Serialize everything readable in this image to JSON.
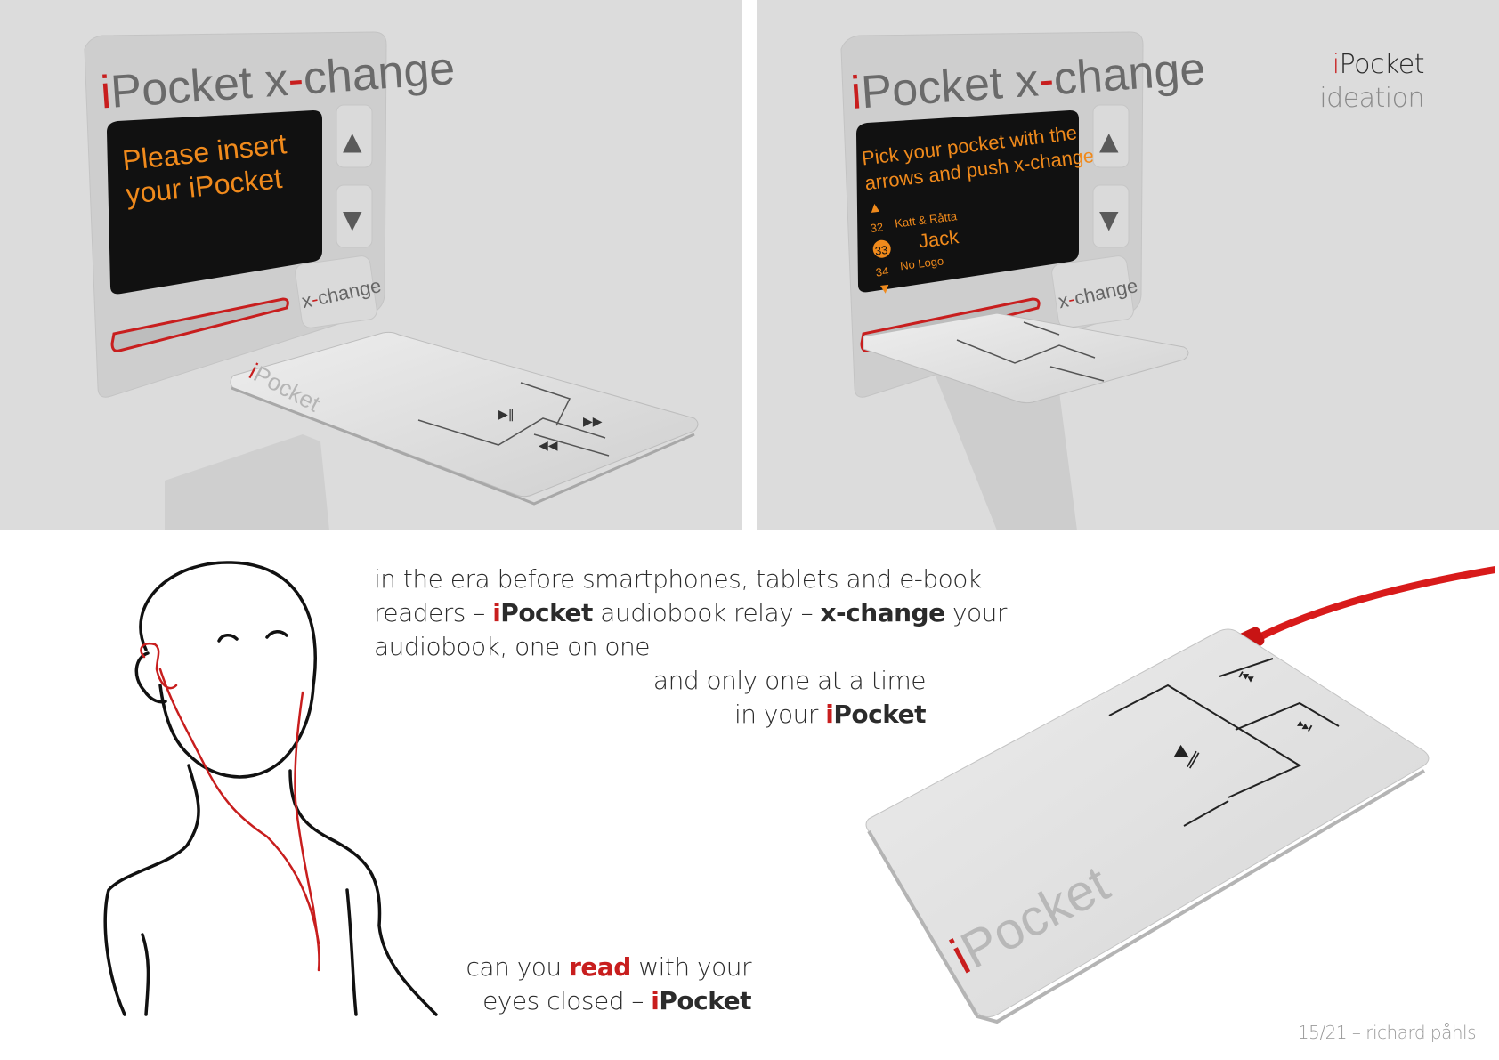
{
  "header": {
    "brand_prefix": "i",
    "brand_rest": "Pocket",
    "subtitle": "ideation"
  },
  "kiosk_left": {
    "title_prefix": "i",
    "title_rest": "Pocket x",
    "title_dash": "-",
    "title_end": "change",
    "screen_line1": "Please insert",
    "screen_line2": "your iPocket",
    "up_arrow": "▲",
    "down_arrow": "▼",
    "button_label_prefix": "x",
    "button_label_dash": "-",
    "button_label_end": "change",
    "card_brand_prefix": "i",
    "card_brand_rest": "Pocket"
  },
  "kiosk_right": {
    "title_prefix": "i",
    "title_rest": "Pocket x",
    "title_dash": "-",
    "title_end": "change",
    "screen_line1": "Pick your pocket with the",
    "screen_line2": "arrows and push x-change",
    "list": [
      {
        "num": "32",
        "title": "Katt & Råtta"
      },
      {
        "num": "33",
        "title": "Jack"
      },
      {
        "num": "34",
        "title": "No Logo"
      }
    ],
    "button_label_prefix": "x",
    "button_label_dash": "-",
    "button_label_end": "change"
  },
  "story": {
    "line1": "in the era before smartphones, tablets and e-book",
    "line2_a": "readers – ",
    "line2_brand_i": "i",
    "line2_brand": "Pocket",
    "line2_b": " audiobook relay – ",
    "line2_xchange": "x-change",
    "line2_c": " your",
    "line3": "audiobook, one on one",
    "line4": "and only one at a time",
    "line5_a": "in your ",
    "line5_i": "i",
    "line5_brand": "Pocket"
  },
  "quote": {
    "line1_a": "can you ",
    "line1_red": "read",
    "line1_b": " with your",
    "line2_a": "eyes closed – ",
    "line2_i": "i",
    "line2_brand": "Pocket"
  },
  "device": {
    "brand_prefix": "i",
    "brand_rest": "Pocket"
  },
  "footer": {
    "page": "15/21 – richard påhls"
  },
  "colors": {
    "accent": "#c81e1e",
    "screen_text": "#f08a1c",
    "panel_bg": "#dcdcdc"
  }
}
